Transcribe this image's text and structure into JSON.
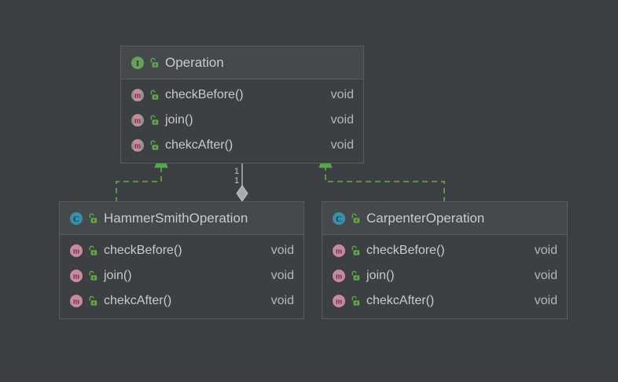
{
  "diagram": {
    "type": "uml-class-diagram",
    "background_color": "#3c3f41",
    "node_body_color": "#3c4042",
    "node_header_color": "#45494b",
    "node_border_color": "#5a5d5f",
    "text_color": "#c8cbcc",
    "interface_icon_color": "#6a9e5a",
    "class_icon_color": "#3691ab",
    "method_icon_color": "#c98b9b",
    "lock_icon_color": "#64a152",
    "realization_line_color": "#6aa84f",
    "aggregation_line_color": "#b0b3b5"
  },
  "nodes": [
    {
      "id": "operation",
      "title": "Operation",
      "kind": "interface",
      "kind_icon": "interface-icon",
      "visibility_icon": "unlocked-public-icon",
      "members": [
        {
          "name": "checkBefore()",
          "type": "void",
          "icon": "method-abstract-icon",
          "visibility_icon": "unlocked-public-icon"
        },
        {
          "name": "join()",
          "type": "void",
          "icon": "method-abstract-icon",
          "visibility_icon": "unlocked-public-icon"
        },
        {
          "name": "chekcAfter()",
          "type": "void",
          "icon": "method-abstract-icon",
          "visibility_icon": "unlocked-public-icon"
        }
      ]
    },
    {
      "id": "hammersmith",
      "title": "HammerSmithOperation",
      "kind": "class",
      "kind_icon": "class-icon",
      "visibility_icon": "unlocked-public-icon",
      "members": [
        {
          "name": "checkBefore()",
          "type": "void",
          "icon": "method-icon",
          "visibility_icon": "unlocked-public-icon"
        },
        {
          "name": "join()",
          "type": "void",
          "icon": "method-icon",
          "visibility_icon": "unlocked-public-icon"
        },
        {
          "name": "chekcAfter()",
          "type": "void",
          "icon": "method-icon",
          "visibility_icon": "unlocked-public-icon"
        }
      ]
    },
    {
      "id": "carpenter",
      "title": "CarpenterOperation",
      "kind": "class",
      "kind_icon": "class-icon",
      "visibility_icon": "unlocked-public-icon",
      "members": [
        {
          "name": "checkBefore()",
          "type": "void",
          "icon": "method-icon",
          "visibility_icon": "unlocked-public-icon"
        },
        {
          "name": "join()",
          "type": "void",
          "icon": "method-icon",
          "visibility_icon": "unlocked-public-icon"
        },
        {
          "name": "chekcAfter()",
          "type": "void",
          "icon": "method-icon",
          "visibility_icon": "unlocked-public-icon"
        }
      ]
    }
  ],
  "edges": [
    {
      "id": "edge-hammersmith-realizes-operation",
      "from": "hammersmith",
      "to": "operation",
      "relation": "realization",
      "style": "dashed",
      "arrow": "hollow-triangle-filled-green",
      "source_label": "",
      "target_label": ""
    },
    {
      "id": "edge-carpenter-realizes-operation",
      "from": "carpenter",
      "to": "operation",
      "relation": "realization",
      "style": "dashed",
      "arrow": "hollow-triangle-filled-green",
      "source_label": "",
      "target_label": ""
    },
    {
      "id": "edge-aggregation-operation",
      "from": "operation",
      "to": "operation",
      "relation": "aggregation",
      "style": "solid",
      "arrow": "open-arrow",
      "source_label": "1",
      "target_label": "1"
    }
  ],
  "labels": {
    "multiplicity_top": "1",
    "multiplicity_bottom": "1"
  }
}
